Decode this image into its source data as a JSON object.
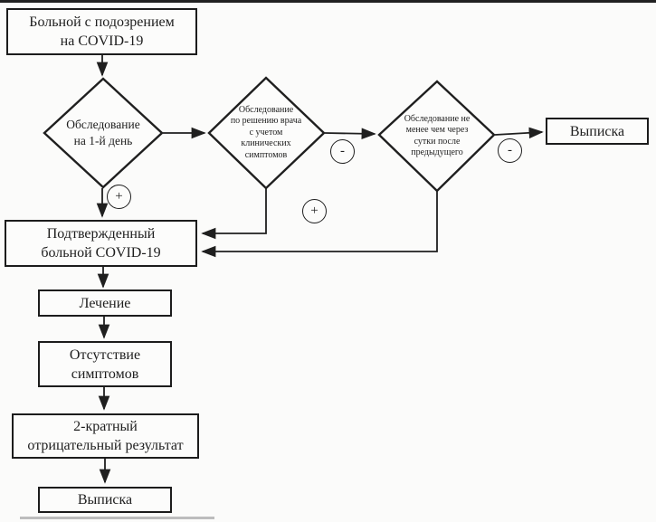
{
  "page": {
    "background": "#fbfbfa",
    "line_color": "#1f1f1f",
    "text_color": "#1e1e1e"
  },
  "flowchart": {
    "nodes": {
      "suspected": {
        "lines": [
          "Больной с подозрением",
          "на COVID-19"
        ]
      },
      "exam_day1": {
        "lines": [
          "Обследование",
          "на 1-й день"
        ]
      },
      "exam_doctor": {
        "lines": [
          "Обследование",
          "по решению врача",
          "с учетом",
          "клинических",
          "симптомов"
        ]
      },
      "exam_next_day": {
        "lines": [
          "Обследование не",
          "менее чем через",
          "сутки после",
          "предыдущего"
        ]
      },
      "discharge_top": {
        "label": "Выписка"
      },
      "confirmed": {
        "lines": [
          "Подтвержденный",
          "больной COVID-19"
        ]
      },
      "treatment": {
        "label": "Лечение"
      },
      "no_symptoms": {
        "lines": [
          "Отсутствие",
          "симптомов"
        ]
      },
      "negative_result": {
        "lines": [
          "2-кратный",
          "отрицательный результат"
        ]
      },
      "discharge_bottom": {
        "label": "Выписка"
      }
    },
    "badges": {
      "plus_day1": "+",
      "minus_doctor": "-",
      "plus_doctor": "+",
      "minus_next": "-"
    }
  }
}
